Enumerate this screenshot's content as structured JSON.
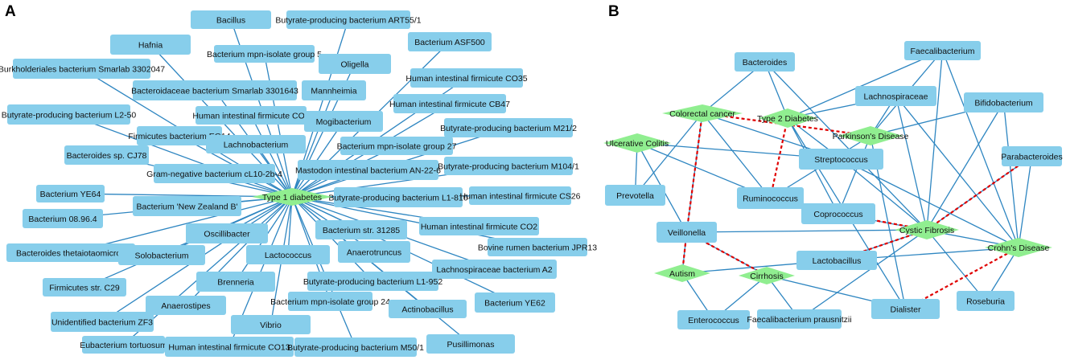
{
  "colors": {
    "bacteria_fill": "#87CEEB",
    "disease_fill": "#90EE90",
    "edge": "#2E86C1",
    "dashed_edge": "#E00000"
  },
  "panel_a": {
    "label": "A",
    "hub": "Type 1 diabetes",
    "nodes": [
      "Bacillus",
      "Butyrate-producing bacterium ART55/1",
      "Hafnia",
      "Bacterium ASF500",
      "Bacterium mpn-isolate group 5",
      "Oligella",
      "Burkholderiales bacterium Smarlab 3302047",
      "Human intestinal firmicute CO35",
      "Bacteroidaceae bacterium Smarlab 3301643",
      "Mannheimia",
      "Human intestinal firmicute CB47",
      "Butyrate-producing bacterium L2-50",
      "Human intestinal firmicute CO4",
      "Mogibacterium",
      "Butyrate-producing bacterium M21/2",
      "Firmicutes bacterium EG14",
      "Lachnobacterium",
      "Bacterium mpn-isolate group 27",
      "Bacteroides sp. CJ78",
      "Butyrate-producing bacterium M104/1",
      "Gram-negative bacterium cL10-2b-4",
      "Mastodon intestinal bacterium AN-22-6",
      "Bacterium YE64",
      "Butyrate-producing bacterium L1-810",
      "Human intestinal firmicute CS26",
      "Bacterium 'New Zealand B'",
      "Bacterium 08.96.4",
      "Human intestinal firmicute CO2",
      "Oscillibacter",
      "Bacterium str. 31285",
      "Bovine rumen bacterium JPR13",
      "Bacteroides thetaiotaomicron",
      "Solobacterium",
      "Lactococcus",
      "Anaerotruncus",
      "Lachnospiraceae bacterium A2",
      "Firmicutes str. C29",
      "Brenneria",
      "Butyrate-producing bacterium L1-952",
      "Anaerostipes",
      "Bacterium mpn-isolate group 24",
      "Actinobacillus",
      "Bacterium YE62",
      "Unidentified bacterium ZF3",
      "Vibrio",
      "Eubacterium tortuosum",
      "Human intestinal firmicute CO13",
      "Butyrate-producing bacterium M50/1",
      "Pusillimonas"
    ]
  },
  "panel_b": {
    "label": "B",
    "bacteria": [
      "Bacteroides",
      "Faecalibacterium",
      "Lachnospiraceae",
      "Bifidobacterium",
      "Streptococcus",
      "Parabacteroides",
      "Prevotella",
      "Ruminococcus",
      "Coprococcus",
      "Veillonella",
      "Lactobacillus",
      "Enterococcus",
      "Faecalibacterium prausnitzii",
      "Dialister",
      "Roseburia"
    ],
    "diseases": [
      "Colorectal cancer",
      "Type 2 Diabetes",
      "Parkinson's Disease",
      "Ulcerative Colitis",
      "Cystic Fibrosis",
      "Crohn's Disease",
      "Autism",
      "Cirrhosis"
    ]
  }
}
